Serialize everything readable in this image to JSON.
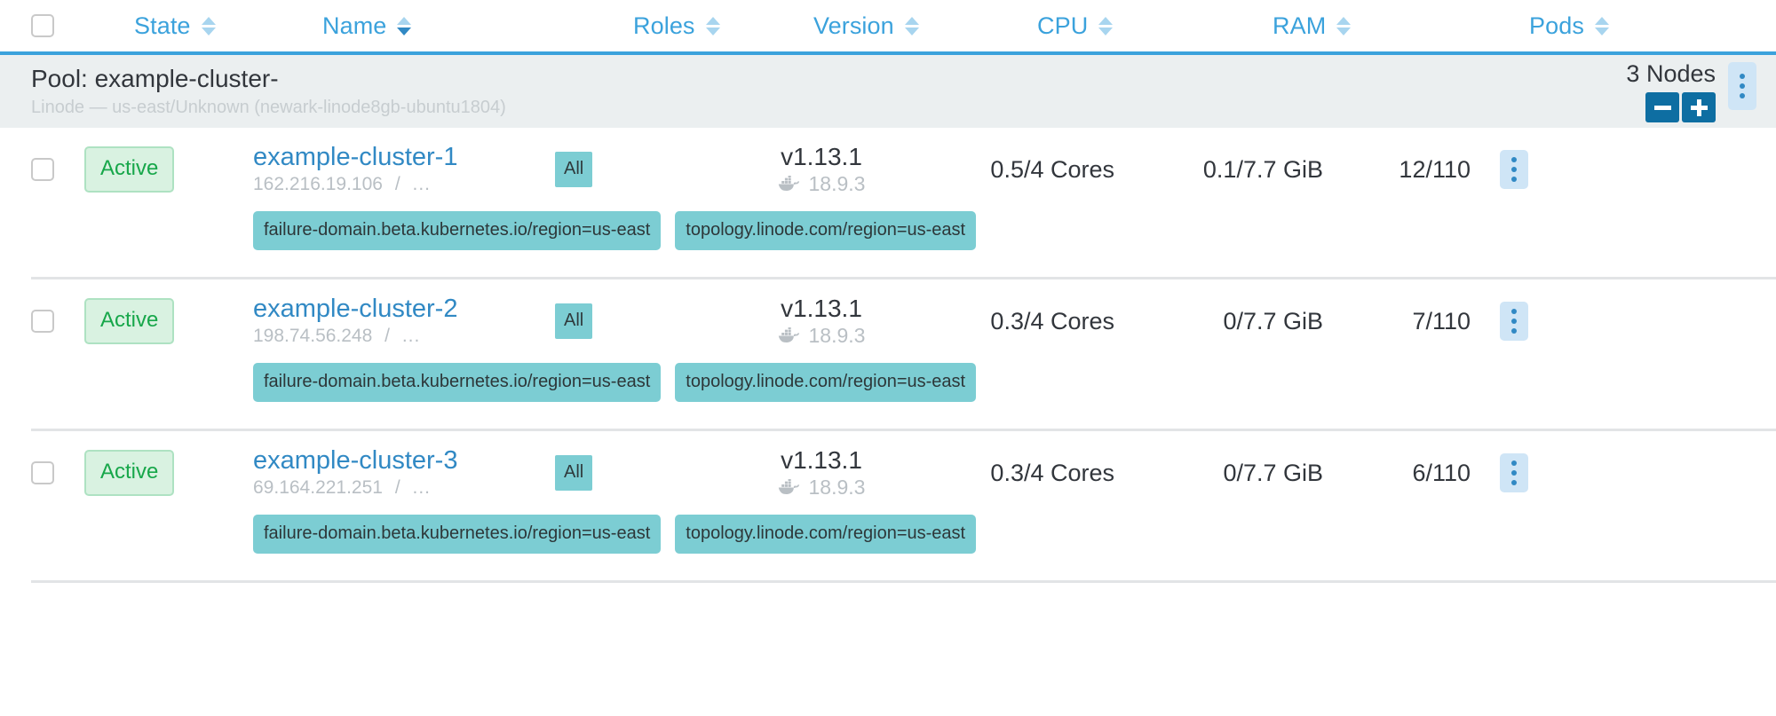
{
  "table": {
    "columns": [
      {
        "key": "state",
        "label": "State",
        "sort": "none"
      },
      {
        "key": "name",
        "label": "Name",
        "sort": "desc"
      },
      {
        "key": "roles",
        "label": "Roles",
        "sort": "none"
      },
      {
        "key": "version",
        "label": "Version",
        "sort": "none"
      },
      {
        "key": "cpu",
        "label": "CPU",
        "sort": "none"
      },
      {
        "key": "ram",
        "label": "RAM",
        "sort": "none"
      },
      {
        "key": "pods",
        "label": "Pods",
        "sort": "none"
      }
    ],
    "select_all_checkbox": {
      "checked": false
    }
  },
  "pool": {
    "title": "Pool: example-cluster-",
    "subtitle": "Linode — us-east/Unknown (newark-linode8gb-ubuntu1804)",
    "node_count_label": "3 Nodes",
    "decrease_label": "−",
    "increase_label": "+",
    "menu_label": "⋮"
  },
  "nodes": [
    {
      "checkbox": {
        "checked": false
      },
      "state": "Active",
      "name": "example-cluster-1",
      "ip": "162.216.19.106",
      "ip_separator": "/",
      "ip_more": "...",
      "roles": "All",
      "version": "v1.13.1",
      "runtime_icon": "docker-icon",
      "runtime_version": "18.9.3",
      "cpu": "0.5/4 Cores",
      "ram": "0.1/7.7 GiB",
      "pods": "12/110",
      "menu_label": "⋮",
      "labels": [
        "failure-domain.beta.kubernetes.io/region=us-east",
        "topology.linode.com/region=us-east"
      ]
    },
    {
      "checkbox": {
        "checked": false
      },
      "state": "Active",
      "name": "example-cluster-2",
      "ip": "198.74.56.248",
      "ip_separator": "/",
      "ip_more": "...",
      "roles": "All",
      "version": "v1.13.1",
      "runtime_icon": "docker-icon",
      "runtime_version": "18.9.3",
      "cpu": "0.3/4 Cores",
      "ram": "0/7.7 GiB",
      "pods": "7/110",
      "menu_label": "⋮",
      "labels": [
        "failure-domain.beta.kubernetes.io/region=us-east",
        "topology.linode.com/region=us-east"
      ]
    },
    {
      "checkbox": {
        "checked": false
      },
      "state": "Active",
      "name": "example-cluster-3",
      "ip": "69.164.221.251",
      "ip_separator": "/",
      "ip_more": "...",
      "roles": "All",
      "version": "v1.13.1",
      "runtime_icon": "docker-icon",
      "runtime_version": "18.9.3",
      "cpu": "0.3/4 Cores",
      "ram": "0/7.7 GiB",
      "pods": "6/110",
      "menu_label": "⋮",
      "labels": [
        "failure-domain.beta.kubernetes.io/region=us-east",
        "topology.linode.com/region=us-east"
      ]
    }
  ],
  "colors": {
    "header_text": "#3ba2dc",
    "header_underline": "#3ba2dc",
    "pool_band_bg": "#ebeff0",
    "stepper_bg": "#0e6ea2",
    "kebab_bg": "#cfe5f6",
    "kebab_dot": "#3189c4",
    "link": "#3189c4",
    "badge_bg": "#d9f2e1",
    "badge_text": "#17a74a",
    "chip_bg": "#7ccdd3",
    "muted_text": "#b9bfc4",
    "rule": "#e2e4e6"
  }
}
